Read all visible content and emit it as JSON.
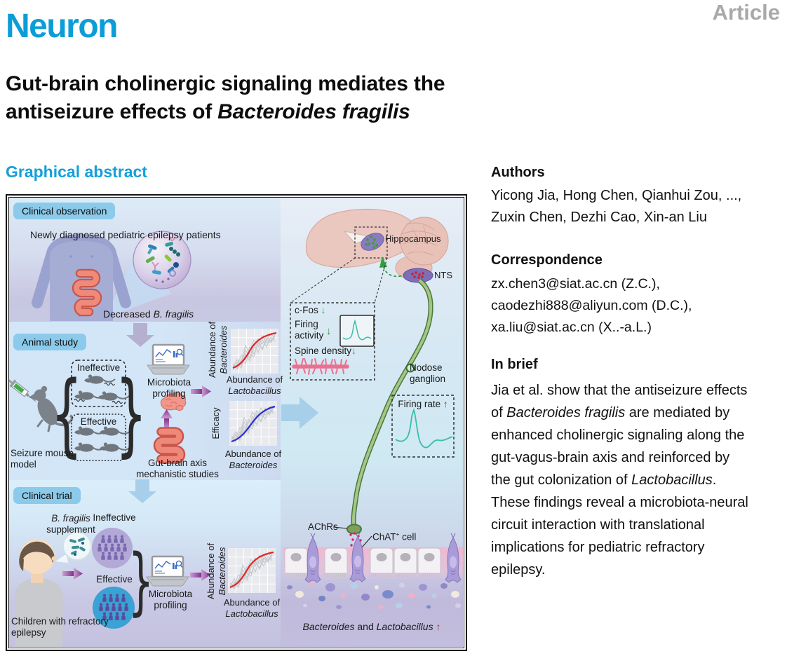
{
  "page": {
    "journal": "Neuron",
    "article_type": "Article"
  },
  "title": {
    "line1": "Gut-brain cholinergic signaling mediates the",
    "line2_prefix": "antiseizure effects of ",
    "line2_species": "Bacteroides fragilis"
  },
  "headings": {
    "graphical_abstract": "Graphical abstract",
    "authors": "Authors",
    "correspondence": "Correspondence",
    "in_brief": "In brief"
  },
  "authors": {
    "line1": "Yicong Jia, Hong Chen, Qianhui Zou, ...,",
    "line2": "Zuxin Chen, Dezhi Cao, Xin-an Liu"
  },
  "correspondence": {
    "line1": "zx.chen3@siat.ac.cn (Z.C.),",
    "line2": "caodezhi888@aliyun.com (D.C.),",
    "line3": "xa.liu@siat.ac.cn (X..-a.L.)"
  },
  "in_brief_lines": [
    [
      {
        "text": "Jia et al. show that the antiseizure effects"
      }
    ],
    [
      {
        "text": "of "
      },
      {
        "text": "Bacteroides fragilis",
        "italic": true
      },
      {
        "text": " are mediated by"
      }
    ],
    [
      {
        "text": "enhanced cholinergic signaling along the"
      }
    ],
    [
      {
        "text": "gut-vagus-brain axis and reinforced by"
      }
    ],
    [
      {
        "text": "the gut colonization of "
      },
      {
        "text": "Lactobacillus",
        "italic": true
      },
      {
        "text": "."
      }
    ],
    [
      {
        "text": "These findings reveal a microbiota-neural"
      }
    ],
    [
      {
        "text": "circuit interaction with translational"
      }
    ],
    [
      {
        "text": "implications for pediatric refractory"
      }
    ],
    [
      {
        "text": "epilepsy."
      }
    ]
  ],
  "figure": {
    "panel1": {
      "badge": "Clinical observation",
      "caption": "Newly diagnosed pediatric epilepsy patients",
      "decreased": [
        {
          "text": "Decreased "
        },
        {
          "text": "B. fragilis",
          "italic": true
        }
      ]
    },
    "panel2": {
      "badge": "Animal study",
      "ineffective": "Ineffective",
      "effective": "Effective",
      "seizure_model": "Seizure mouse model",
      "microbiota": "Microbiota profiling",
      "gut_brain_line1": "Gut-brain axis",
      "gut_brain_line2": "mechanistic studies"
    },
    "panel3": {
      "badge": "Clinical trial",
      "supplement_line1": "B. fragilis",
      "supplement_line2": "supplement",
      "ineffective": "Ineffective",
      "effective": "Effective",
      "microbiota": "Microbiota profiling",
      "children": "Children with refractory epilepsy"
    },
    "right": {
      "hippocampus": "Hippocampus",
      "nts": "NTS",
      "cfos": [
        {
          "text": "c-Fos "
        },
        {
          "text": "↓",
          "color": "#27963c",
          "bold": true
        }
      ],
      "firing_activity": "Firing activity",
      "firing_arrow": "↓",
      "spine": [
        {
          "text": "Spine density"
        },
        {
          "text": "↓",
          "color": "#27963c",
          "bold": true
        }
      ],
      "nodose": "Nodose ganglion",
      "firing_rate": [
        {
          "text": "Firing rate "
        },
        {
          "text": "↑",
          "color": "#c41f2f",
          "bold": true
        }
      ],
      "achrs": "AChRs",
      "chat": [
        {
          "text": "ChAT"
        },
        {
          "text": "+",
          "sup": true
        },
        {
          "text": " cell"
        }
      ],
      "bottom": [
        {
          "text": "Bacteroides",
          "italic": true
        },
        {
          "text": " and "
        },
        {
          "text": "Lactobacillus",
          "italic": true
        },
        {
          "text": " ↑",
          "color": "#c41f2f",
          "bold": true
        }
      ]
    },
    "charts": {
      "a": {
        "ylabel1": "Abundance of",
        "ylabel2": "Bacteroides",
        "xlabel1": "Abundance of",
        "xlabel2": "Lactobacillus"
      },
      "b": {
        "ylabel": "Efficacy",
        "xlabel1": "Abundance of",
        "xlabel2": "Bacteroides"
      },
      "c": {
        "ylabel1": "Abundance of",
        "ylabel2": "Bacteroides",
        "xlabel1": "Abundance of",
        "xlabel2": "Lactobacillus"
      }
    }
  },
  "chart_data": [
    {
      "type": "line",
      "context": "animal-study-top",
      "xlabel": "Abundance of Lactobacillus",
      "ylabel": "Abundance of Bacteroides",
      "series": [
        {
          "name": "main trend",
          "color": "#e02525",
          "shape": "increasing sigmoid"
        },
        {
          "name": "individual subjects",
          "color": "#c6c8cd",
          "shape": "noisy increasing"
        }
      ],
      "grid": true,
      "legend": "none"
    },
    {
      "type": "line",
      "context": "animal-study-bottom",
      "xlabel": "Abundance of Bacteroides",
      "ylabel": "Efficacy",
      "series": [
        {
          "name": "main trend",
          "color": "#2b2bd0",
          "shape": "increasing sigmoid"
        },
        {
          "name": "individual subjects",
          "color": "#c6c8cd",
          "shape": "noisy increasing"
        }
      ],
      "grid": true,
      "legend": "none"
    },
    {
      "type": "line",
      "context": "clinical-trial",
      "xlabel": "Abundance of Lactobacillus",
      "ylabel": "Abundance of Bacteroides",
      "series": [
        {
          "name": "main trend",
          "color": "#e02525",
          "shape": "increasing sigmoid"
        },
        {
          "name": "individual subjects",
          "color": "#c6c8cd",
          "shape": "noisy increasing"
        }
      ],
      "grid": true,
      "legend": "none"
    }
  ],
  "colors": {
    "accent_blue": "#14a0da",
    "journal_blue": "#0b9dd8",
    "badge_blue": "#8bcaea",
    "arrow_purple": "#8d3d97",
    "nerve_green": "#49793a",
    "trace_teal": "#38bfa6",
    "down_green": "#27963c",
    "up_red": "#c41f2f"
  }
}
